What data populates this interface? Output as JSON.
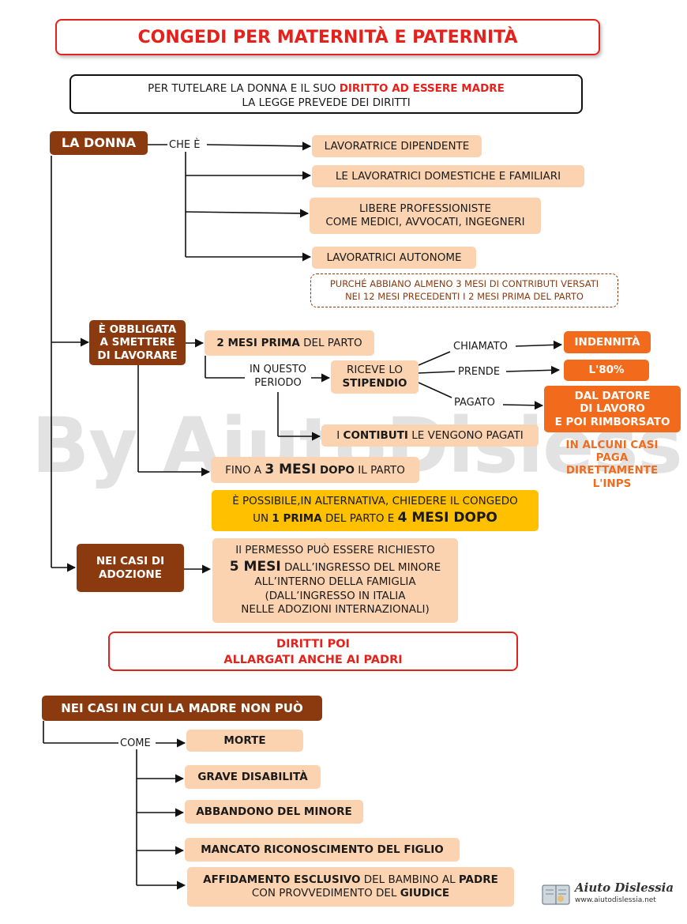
{
  "title": "CONGEDI PER MATERNITÀ E PATERNITÀ",
  "intro": {
    "line1_a": "PER TUTELARE LA DONNA E IL SUO ",
    "line1_b": "DIRITTO AD ESSERE MADRE",
    "line2": "LA LEGGE PREVEDE DEI DIRITTI"
  },
  "la_donna": "LA DONNA",
  "che_e": "CHE È",
  "workers": [
    "LAVORATRICE DIPENDENTE",
    "LE LAVORATRICI  DOMESTICHE  E  FAMILIARI",
    "LIBERE PROFESSIONISTE",
    "COME MEDICI, AVVOCATI, INGEGNERI",
    "LAVORATRICI  AUTONOME"
  ],
  "condition": {
    "line1": "PURCHÉ ABBIANO ALMENO 3 MESI DI CONTRIBUTI VERSATI",
    "line2": "NEI 12 MESI PRECEDENTI I 2 MESI PRIMA DEL PARTO"
  },
  "obbligata": [
    "È OBBLIGATA",
    "A SMETTERE",
    "DI LAVORARE"
  ],
  "prima": {
    "bold": "2 MESI PRIMA",
    "rest": " DEL PARTO"
  },
  "periodo": [
    "IN QUESTO",
    "PERIODO"
  ],
  "riceve": {
    "line1": "RICEVE LO",
    "line2": "STIPENDIO"
  },
  "chiamato": "CHIAMATO",
  "prende": "PRENDE",
  "pagato": "PAGATO",
  "indennita": "INDENNITÀ",
  "percent": "L'80%",
  "datore": [
    "DAL DATORE",
    "DI LAVORO",
    "E POI RIMBORSATO"
  ],
  "inps": [
    "IN ALCUNI CASI",
    "PAGA",
    "DIRETTAMENTE",
    "L'INPS"
  ],
  "contributi": {
    "a": "I ",
    "b": "CONTIBUTI",
    "c": " LE VENGONO PAGATI"
  },
  "dopo": {
    "a": "FINO A ",
    "b": "3 MESI",
    "c": " DOPO",
    "d": " IL PARTO"
  },
  "alternativa": {
    "line1": "È POSSIBILE,IN ALTERNATIVA, CHIEDERE IL CONGEDO",
    "a": "UN ",
    "b": "1 PRIMA",
    "c": " DEL PARTO E ",
    "d": "4 MESI DOPO"
  },
  "adozione": [
    "NEI CASI DI",
    "ADOZIONE"
  ],
  "permesso": {
    "line1": "Il PERMESSO PUÒ ESSERE RICHIESTO",
    "big": "5 MESI",
    "line2": " DALL’INGRESSO DEL MINORE",
    "line3": "ALL’INTERNO DELLA FAMIGLIA",
    "line4": "(DALL’INGRESSO IN ITALIA",
    "line5": "NELLE ADOZIONI INTERNAZIONALI)"
  },
  "padri": [
    "DIRITTI POI",
    "ALLARGATI ANCHE AI PADRI"
  ],
  "madre_non_puo": "NEI CASI IN CUI LA MADRE NON PUÒ",
  "come": "COME",
  "cases": [
    "MORTE",
    "GRAVE DISABILITÀ",
    "ABBANDONO DEL MINORE",
    "MANCATO RICONOSCIMENTO DEL FIGLIO"
  ],
  "affidamento": {
    "a": "AFFIDAMENTO ESCLUSIVO",
    "b": " DEL BAMBINO AL ",
    "c": "PADRE",
    "d": "CON PROVVEDIMENTO DEL ",
    "e": "GIUDICE"
  },
  "watermark": "By AiutoDislessia.net",
  "logo": {
    "name": "Aiuto Dislessia",
    "url": "www.aiutodislessia.net"
  },
  "colors": {
    "brown": "#8b3a0f",
    "peach": "#fbd3b0",
    "orange": "#f26b1d",
    "red": "#e5211b",
    "yellow": "#ffc000"
  }
}
